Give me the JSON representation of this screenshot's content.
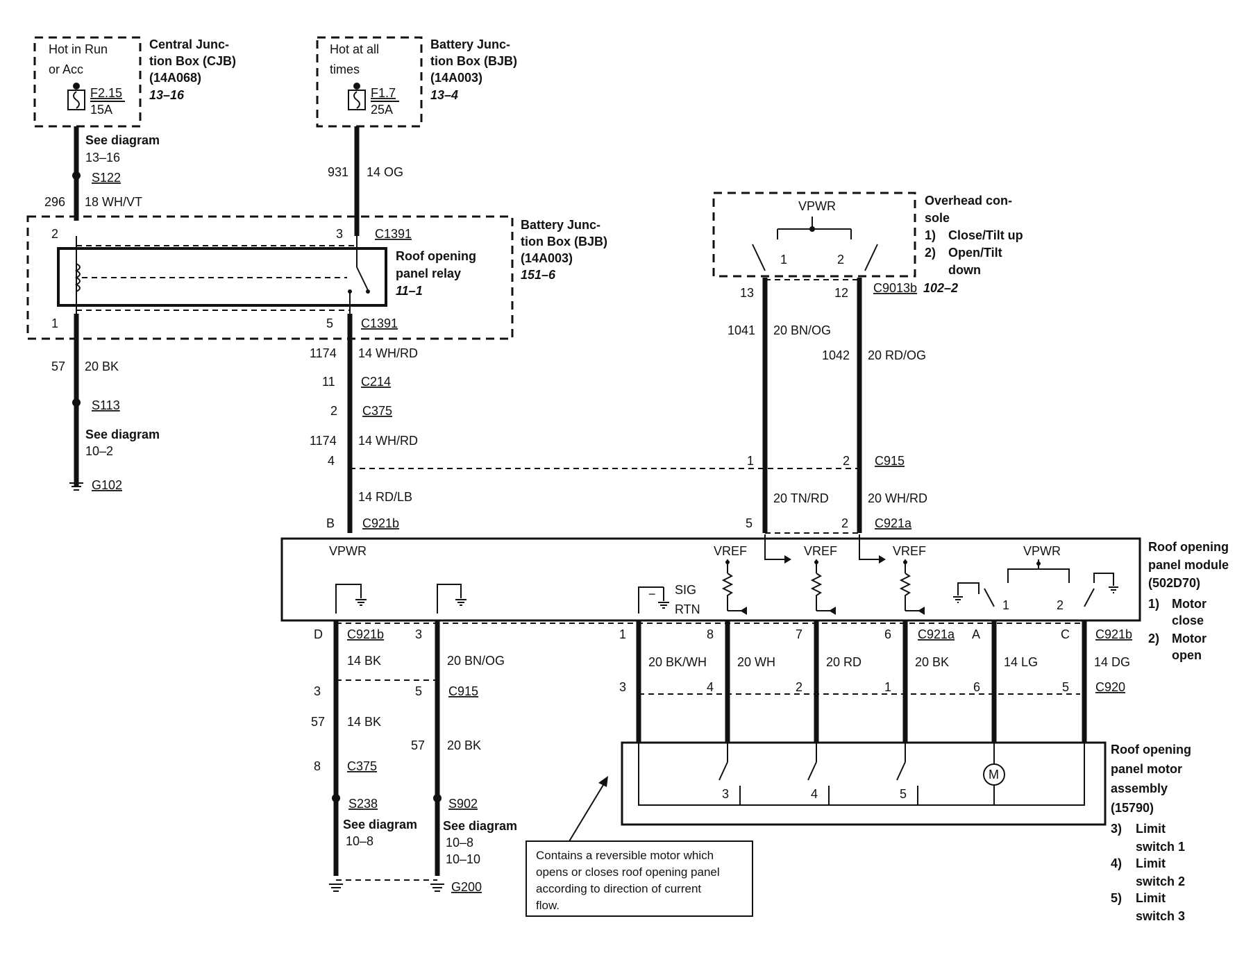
{
  "cjb": {
    "hot_line1": "Hot in Run",
    "hot_line2": "or Acc",
    "fuse_id": "F2.15",
    "fuse_amp": "15A",
    "name_line1": "Central Junc-",
    "name_line2": "tion Box (CJB)",
    "part": "(14A068)",
    "ref": "13–16"
  },
  "bjb_top": {
    "hot_line1": "Hot at all",
    "hot_line2": "times",
    "fuse_id": "F1.7",
    "fuse_amp": "25A",
    "name_line1": "Battery Junc-",
    "name_line2": "tion Box (BJB)",
    "part": "(14A003)",
    "ref": "13–4"
  },
  "left_wire": {
    "see1": "See diagram",
    "see1_ref": "13–16",
    "splice1": "S122",
    "circuit": "296",
    "gauge": "18 WH/VT",
    "pin_in": "2",
    "pin_out": "1",
    "circuit2": "57",
    "gauge2": "20 BK",
    "splice2": "S113",
    "see2": "See diagram",
    "see2_ref": "10–2",
    "ground": "G102"
  },
  "mid_wire": {
    "circuit": "931",
    "gauge": "14 OG",
    "pin_in": "3",
    "conn_in": "C1391",
    "pin_out": "5",
    "conn_out": "C1391",
    "circuit2": "1174",
    "gauge2": "14 WH/RD",
    "pin_c214": "11",
    "conn_c214": "C214",
    "pin_c375": "2",
    "conn_c375": "C375",
    "circuit3": "1174",
    "gauge3": "14 WH/RD",
    "pin_c915": "4",
    "gauge4": "14 RD/LB",
    "pin_c921b": "B",
    "conn_c921b": "C921b"
  },
  "relay_box": {
    "name_line1": "Roof opening",
    "name_line2": "panel relay",
    "ref": "11–1",
    "bjb_line1": "Battery Junc-",
    "bjb_line2": "tion Box (BJB)",
    "bjb_part": "(14A003)",
    "bjb_ref": "151–6"
  },
  "overhead": {
    "vpwr": "VPWR",
    "sw1": "1",
    "sw2": "2",
    "title1": "Overhead con-",
    "title2": "sole",
    "item1_num": "1)",
    "item1_text": "Close/Tilt up",
    "item2_num": "2)",
    "item2_text_a": "Open/Tilt",
    "item2_text_b": "down",
    "pin13": "13",
    "pin12": "12",
    "conn": "C9013b",
    "conn_ref": "102–2",
    "circ_left": "1041",
    "gauge_left": "20 BN/OG",
    "circ_right": "1042",
    "gauge_right": "20 RD/OG",
    "c915_pin1": "1",
    "c915_pin2": "2",
    "c915": "C915",
    "gauge_left2": "20 TN/RD",
    "gauge_right2": "20 WH/RD",
    "c921a_pin5": "5",
    "c921a_pin2": "2",
    "c921a": "C921a"
  },
  "module": {
    "vpwr_left": "VPWR",
    "vpwr_right": "VPWR",
    "vref": "VREF",
    "sig": "SIG",
    "rtn": "RTN",
    "sw1": "1",
    "sw2": "2",
    "title1": "Roof opening",
    "title2": "panel module",
    "part": "(502D70)",
    "item1_num": "1)",
    "item1_a": "Motor",
    "item1_b": "close",
    "item2_num": "2)",
    "item2_a": "Motor",
    "item2_b": "open"
  },
  "bottom": {
    "pinD": "D",
    "conn_d": "C921b",
    "gauge_d": "14 BK",
    "pin3": "3",
    "gauge_3": "20 BN/OG",
    "c915_pin3": "3",
    "c915_pin5": "5",
    "c915": "C915",
    "circ57a": "57",
    "gauge57a": "14 BK",
    "circ57b": "57",
    "gauge57b": "20 BK",
    "pin8": "8",
    "c375": "C375",
    "s238": "S238",
    "s902": "S902",
    "see_a": "See diagram",
    "see_a_ref": "10–8",
    "see_b": "See diagram",
    "see_b_ref1": "10–8",
    "see_b_ref2": "10–10",
    "g200": "G200",
    "p1": "1",
    "p8": "8",
    "p7": "7",
    "p6": "6",
    "pA": "A",
    "pC": "C",
    "conn_c921a": "C921a",
    "conn_c921b": "C921b",
    "g_bkwh": "20 BK/WH",
    "g_wh": "20 WH",
    "g_rd": "20 RD",
    "g_bk": "20 BK",
    "g_lg": "14 LG",
    "g_dg": "14 DG",
    "c920_p3": "3",
    "c920_p4": "4",
    "c920_p2": "2",
    "c920_p1": "1",
    "c920_p6": "6",
    "c920_p5": "5",
    "c920": "C920"
  },
  "motor": {
    "m": "M",
    "sw3": "3",
    "sw4": "4",
    "sw5": "5",
    "title1": "Roof opening",
    "title2": "panel motor",
    "title3": "assembly",
    "part": "(15790)",
    "i3_num": "3)",
    "i3_a": "Limit",
    "i3_b": "switch 1",
    "i4_num": "4)",
    "i4_a": "Limit",
    "i4_b": "switch 2",
    "i5_num": "5)",
    "i5_a": "Limit",
    "i5_b": "switch 3",
    "note1": "Contains a reversible motor which",
    "note2": "opens or closes roof opening panel",
    "note3": "according to direction of current",
    "note4": "flow."
  }
}
